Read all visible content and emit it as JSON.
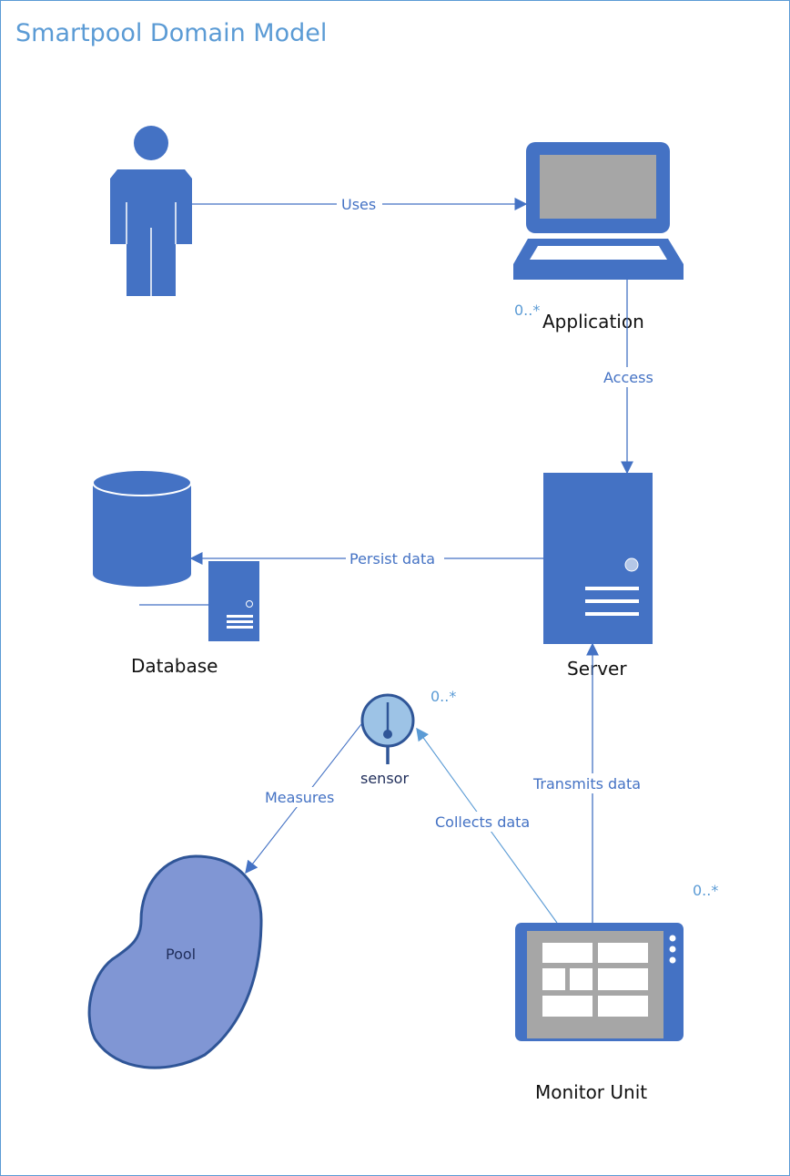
{
  "title": "Smartpool Domain Model",
  "nodes": {
    "user": "",
    "application": "Application",
    "server": "Server",
    "database": "Database",
    "sensor": "sensor",
    "pool": "Pool",
    "monitor_unit": "Monitor Unit"
  },
  "edges": {
    "uses": "Uses",
    "access": "Access",
    "persist": "Persist data",
    "measures": "Measures",
    "collects": "Collects data",
    "transmits": "Transmits data"
  },
  "multiplicities": {
    "application": "0..*",
    "sensor": "0..*",
    "monitor_unit": "0..*"
  },
  "colors": {
    "primary": "#4472c4",
    "accent": "#5b9bd5",
    "pool_fill": "#8096d4",
    "sensor_fill": "#9dc3e6",
    "screen": "#a6a6a6"
  }
}
